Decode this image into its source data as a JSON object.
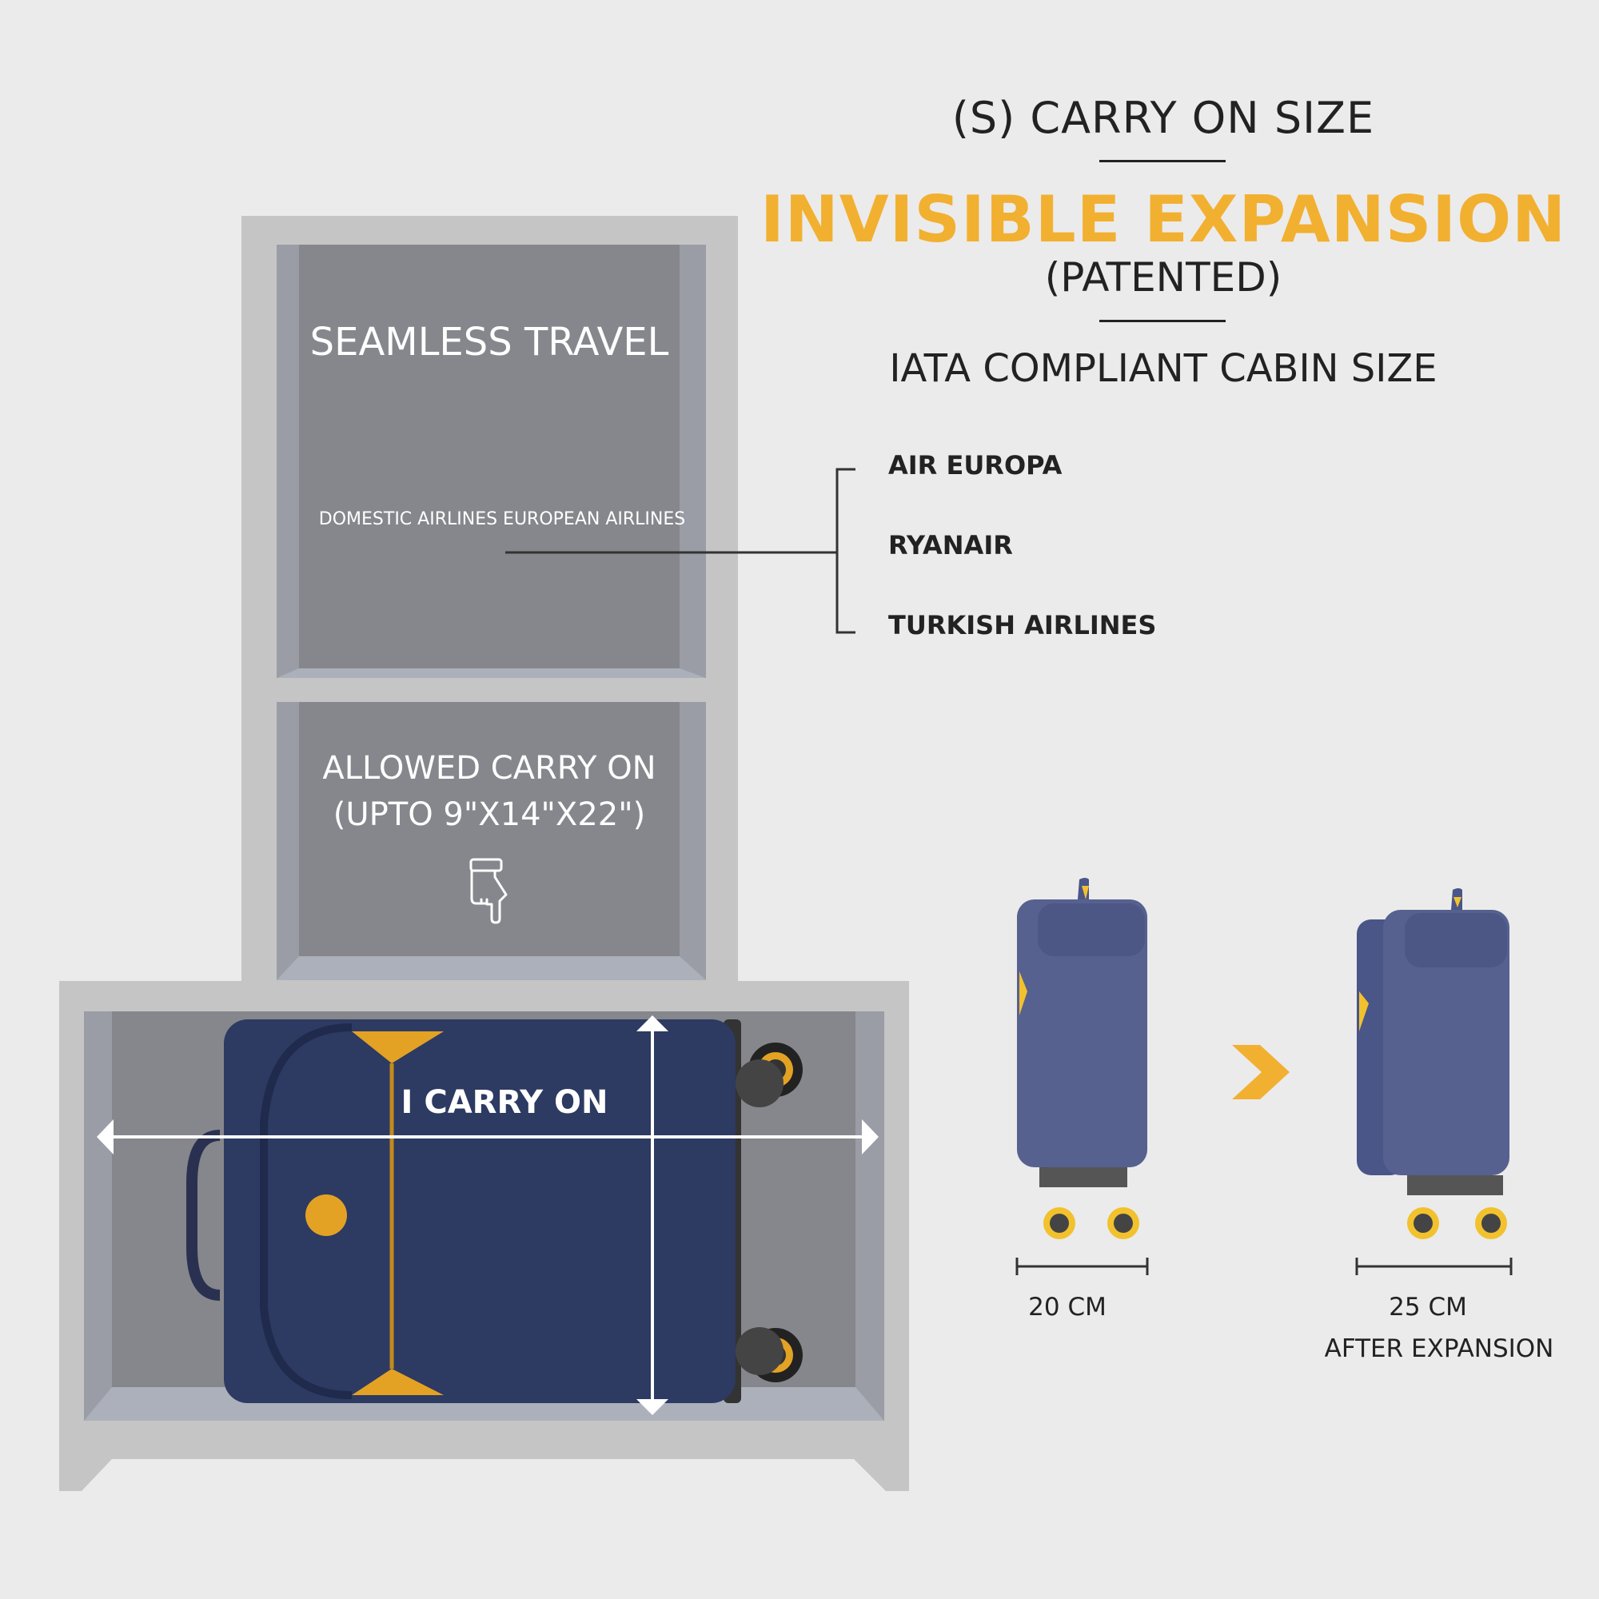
{
  "header": {
    "title": "(S) CARRY ON SIZE",
    "feature": "INVISIBLE EXPANSION",
    "feature_note": "(PATENTED)",
    "compliance": "IATA COMPLIANT CABIN SIZE"
  },
  "airlines": [
    "AIR EUROPA",
    "RYANAIR",
    "TURKISH AIRLINES"
  ],
  "cabinet": {
    "top_label": "SEAMLESS TRAVEL",
    "sub_label": "DOMESTIC AIRLINES  EUROPEAN AIRLINES",
    "allowed_line1": "ALLOWED CARRY ON",
    "allowed_line2": "(UPTO 9\"X14\"X22\")",
    "suitcase_label": "I CARRY ON"
  },
  "expansion": {
    "before": "20 CM",
    "after": "25 CM",
    "after_note": "AFTER EXPANSION"
  },
  "colors": {
    "accent": "#f2b031",
    "navy": "#2f3d66",
    "side_blue": "#56618f"
  }
}
